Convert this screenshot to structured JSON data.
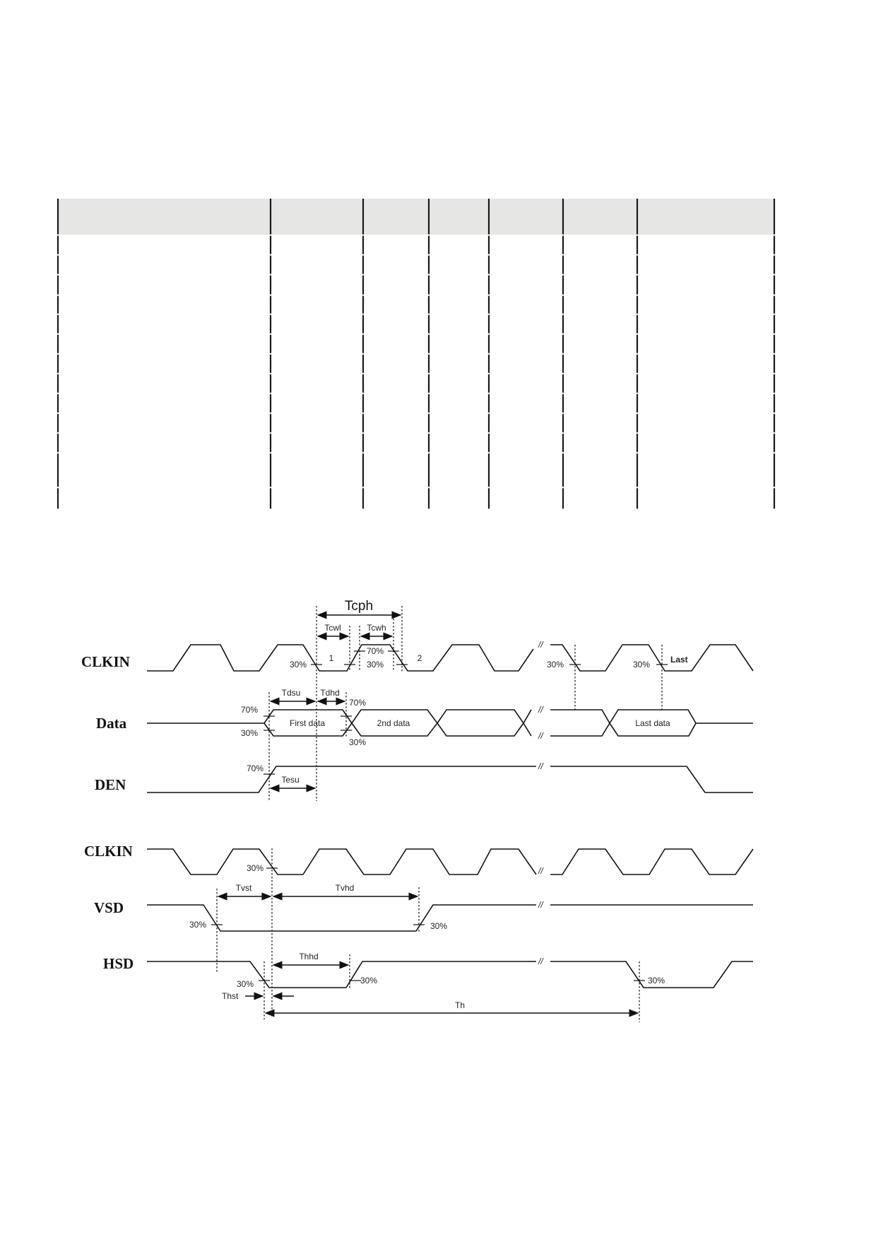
{
  "diagram": {
    "signals": {
      "clkin_1": "CLKIN",
      "data": "Data",
      "den": "DEN",
      "clkin_2": "CLKIN",
      "vsd": "VSD",
      "hsd": "HSD"
    },
    "timing": {
      "tcph": "Tcph",
      "tcwl": "Tcwl",
      "tcwh": "Tcwh",
      "tdsu": "Tdsu",
      "tdhd": "Tdhd",
      "tesu": "Tesu",
      "tvst": "Tvst",
      "tvhd": "Tvhd",
      "thhd": "Thhd",
      "thst": "Thst",
      "th": "Th"
    },
    "levels": {
      "p30": "30%",
      "p70": "70%"
    },
    "clock_marks": {
      "first": "1",
      "second": "2",
      "last": "Last"
    },
    "data_cells": {
      "first": "First data",
      "second": "2nd data",
      "last": "Last data"
    },
    "break_mark": "//"
  }
}
